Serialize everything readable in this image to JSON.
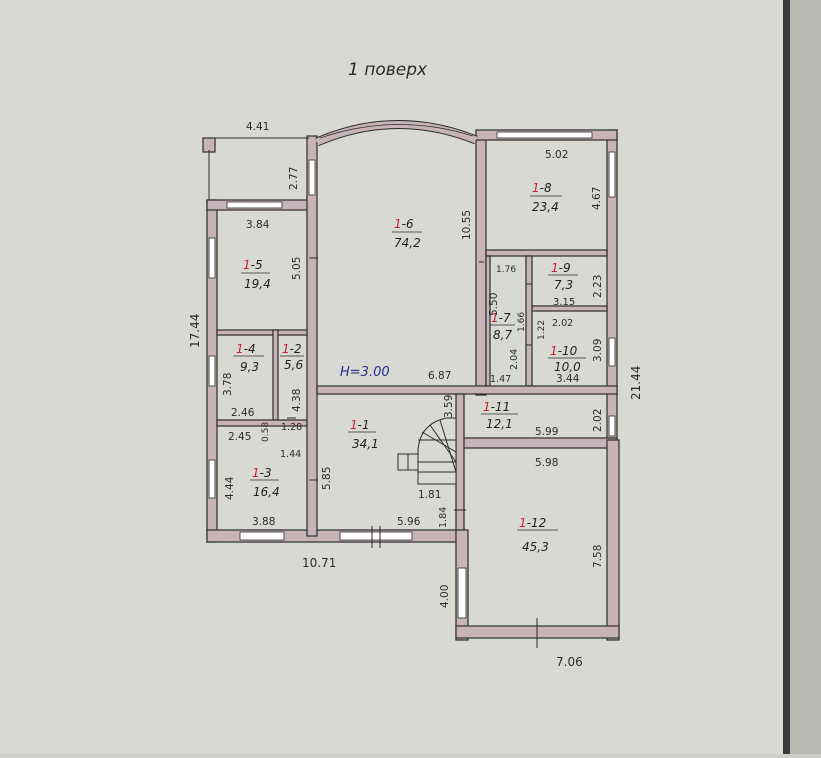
{
  "title": "1 поверх",
  "ceiling_height": "H=3.00",
  "colors": {
    "wall_fill": "#c8b4b8",
    "line": "#2b2b2b",
    "room_id_red": "#c8202c",
    "height_blue": "#27308a",
    "paper": "#d9d9d4"
  },
  "rooms": [
    {
      "id": "1-1",
      "prefix": "1",
      "suffix": "-1",
      "area": "34,1"
    },
    {
      "id": "1-2",
      "prefix": "1",
      "suffix": "-2",
      "area": "5,6"
    },
    {
      "id": "1-3",
      "prefix": "1",
      "suffix": "-3",
      "area": "16,4"
    },
    {
      "id": "1-4",
      "prefix": "1",
      "suffix": "-4",
      "area": "9,3"
    },
    {
      "id": "1-5",
      "prefix": "1",
      "suffix": "-5",
      "area": "19,4"
    },
    {
      "id": "1-6",
      "prefix": "1",
      "suffix": "-6",
      "area": "74,2"
    },
    {
      "id": "1-7",
      "prefix": "1",
      "suffix": "-7",
      "area": "8,7"
    },
    {
      "id": "1-8",
      "prefix": "1",
      "suffix": "-8",
      "area": "23,4"
    },
    {
      "id": "1-9",
      "prefix": "1",
      "suffix": "-9",
      "area": "7,3"
    },
    {
      "id": "1-10",
      "prefix": "1",
      "suffix": "-10",
      "area": "10,0"
    },
    {
      "id": "1-11",
      "prefix": "1",
      "suffix": "-11",
      "area": "12,1"
    },
    {
      "id": "1-12",
      "prefix": "1",
      "suffix": "-12",
      "area": "45,3"
    }
  ],
  "dimensions": {
    "top_terrace": "4.41",
    "terrace_side": "2.77",
    "d_3_84": "3.84",
    "d_5_05": "5.05",
    "d_5_02": "5.02",
    "d_4_67": "4.67",
    "d_10_55": "10.55",
    "d_1_76": "1.76",
    "d_2_23": "2.23",
    "d_5_50": "5.50",
    "d_1_66": "1.66",
    "d_3_15": "3.15",
    "d_1_22": "1.22",
    "d_2_02a": "2.02",
    "d_2_04": "2.04",
    "d_3_09": "3.09",
    "d_1_47": "1.47",
    "d_3_44": "3.44",
    "d_21_44": "21.44",
    "d_17_44": "17.44",
    "d_3_78": "3.78",
    "d_2_46": "2.46",
    "d_4_38": "4.38",
    "d_6_87": "6.87",
    "d_3_59": "3.59",
    "d_2_45": "2.45",
    "d_0_58": "0.58",
    "d_1_28": "1.28",
    "d_1_44": "1.44",
    "d_5_99": "5.99",
    "d_2_02b": "2.02",
    "d_5_98": "5.98",
    "d_4_44": "4.44",
    "d_5_85": "5.85",
    "d_1_81": "1.81",
    "d_1_84": "1.84",
    "d_3_88": "3.88",
    "d_5_96": "5.96",
    "d_7_58": "7.58",
    "d_10_71": "10.71",
    "d_4_00": "4.00",
    "d_7_06": "7.06"
  }
}
